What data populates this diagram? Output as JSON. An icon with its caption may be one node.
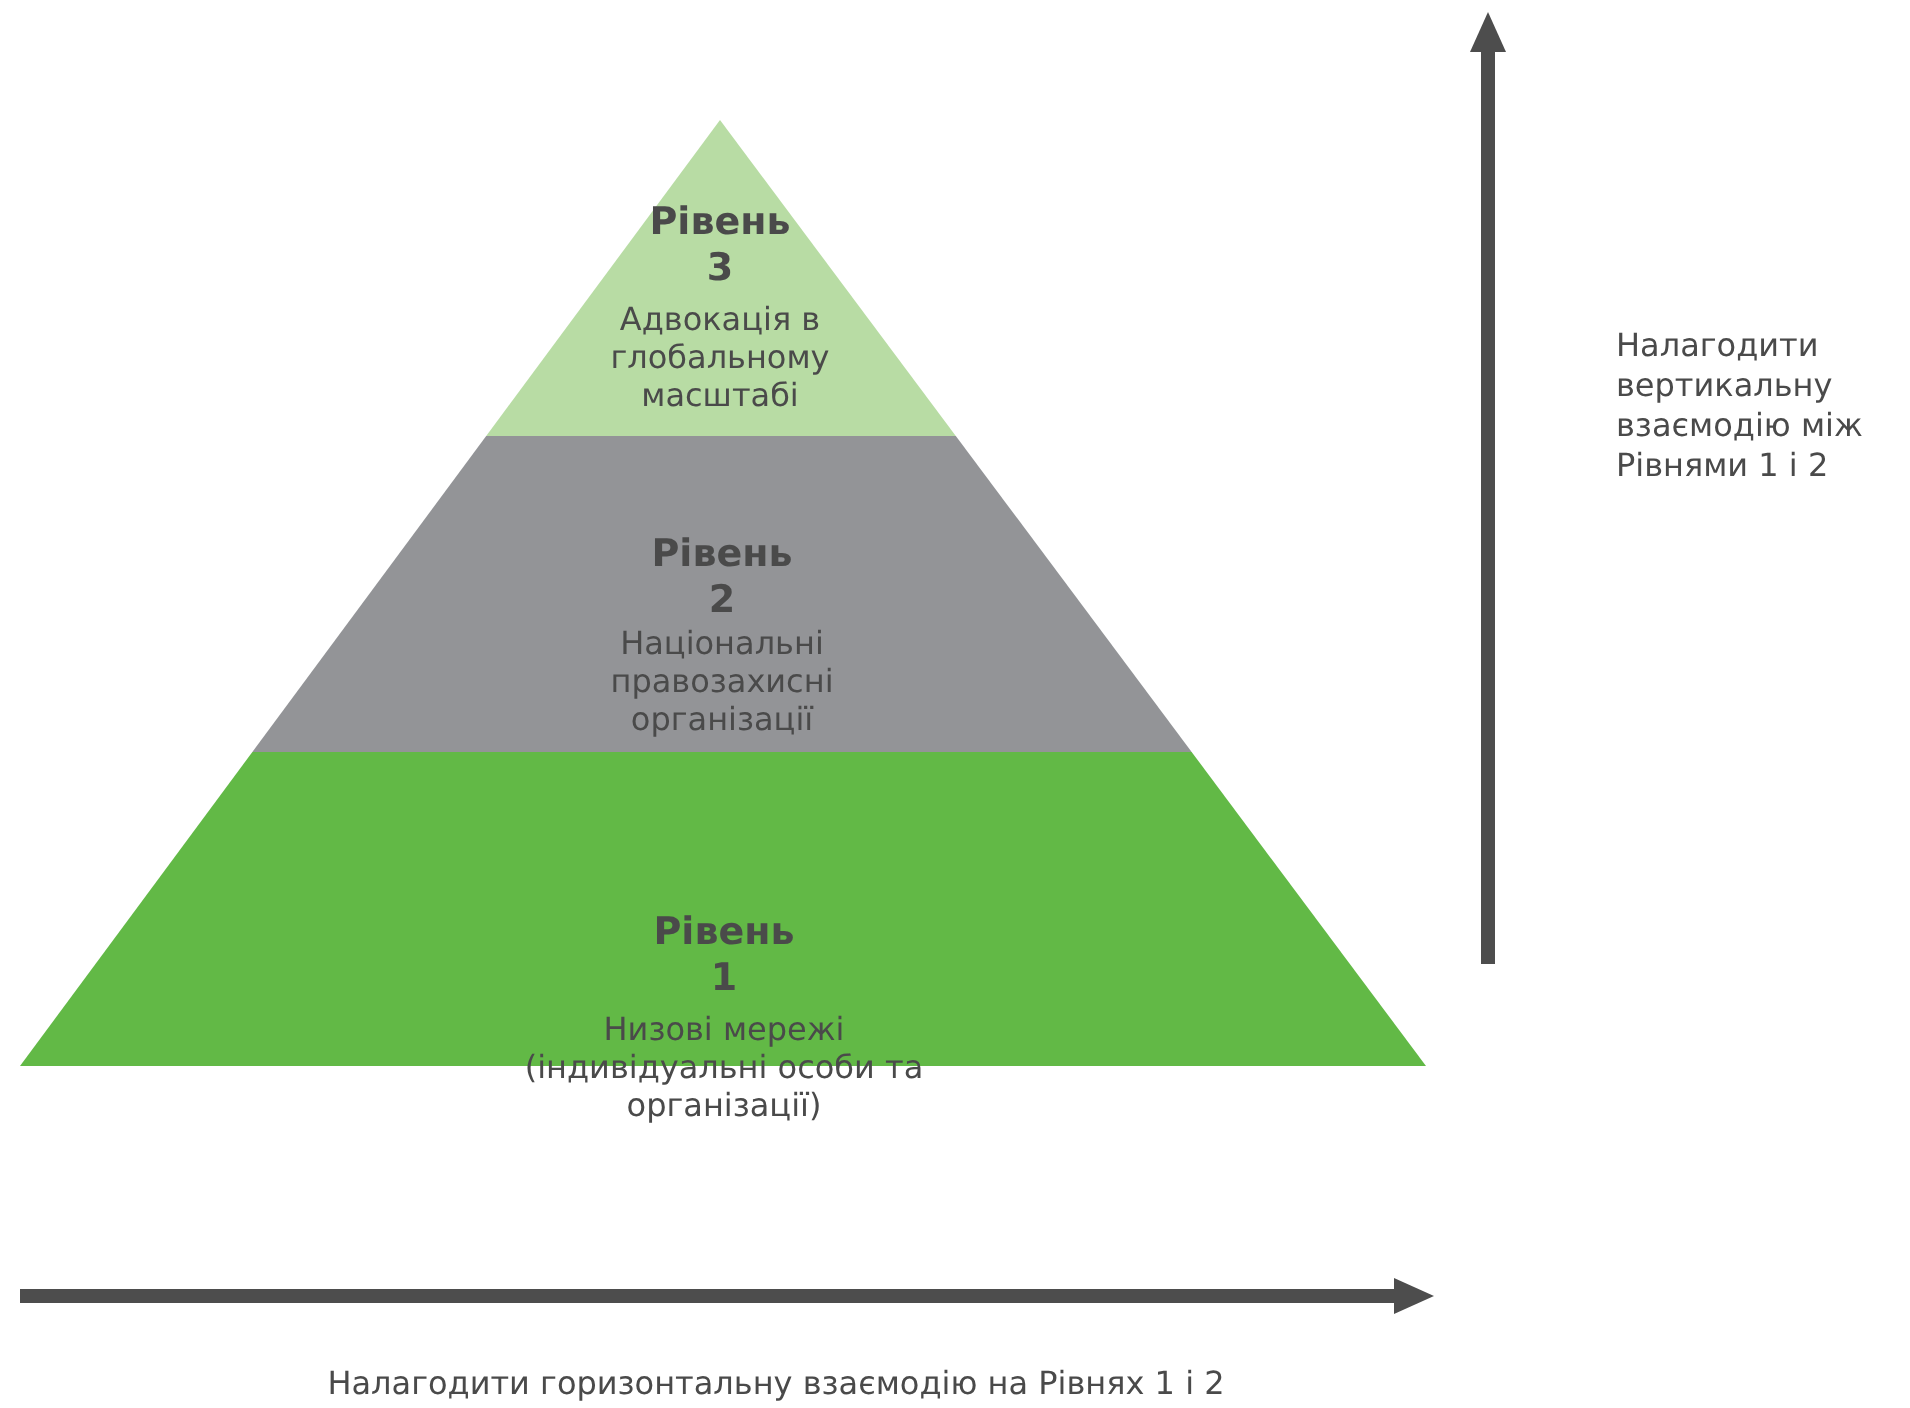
{
  "diagram": {
    "nodes": [
      {
        "text": [
          "Рівень 3",
          "Адвокація в глобальному масштабі"
        ]
      },
      {
        "text": [
          "Рівень 2",
          "Національні правозахисні організації"
        ]
      },
      {
        "text": [
          "Рівень 1",
          "Низові мережі (індивідуальні особи та організації)"
        ]
      }
    ],
    "labels": [
      "Налагодити вертикальну взаємодію між Рівнями 1 і 2",
      "Налагодити горизонтальну взаємодію на Рівнях 1 і 2"
    ]
  }
}
